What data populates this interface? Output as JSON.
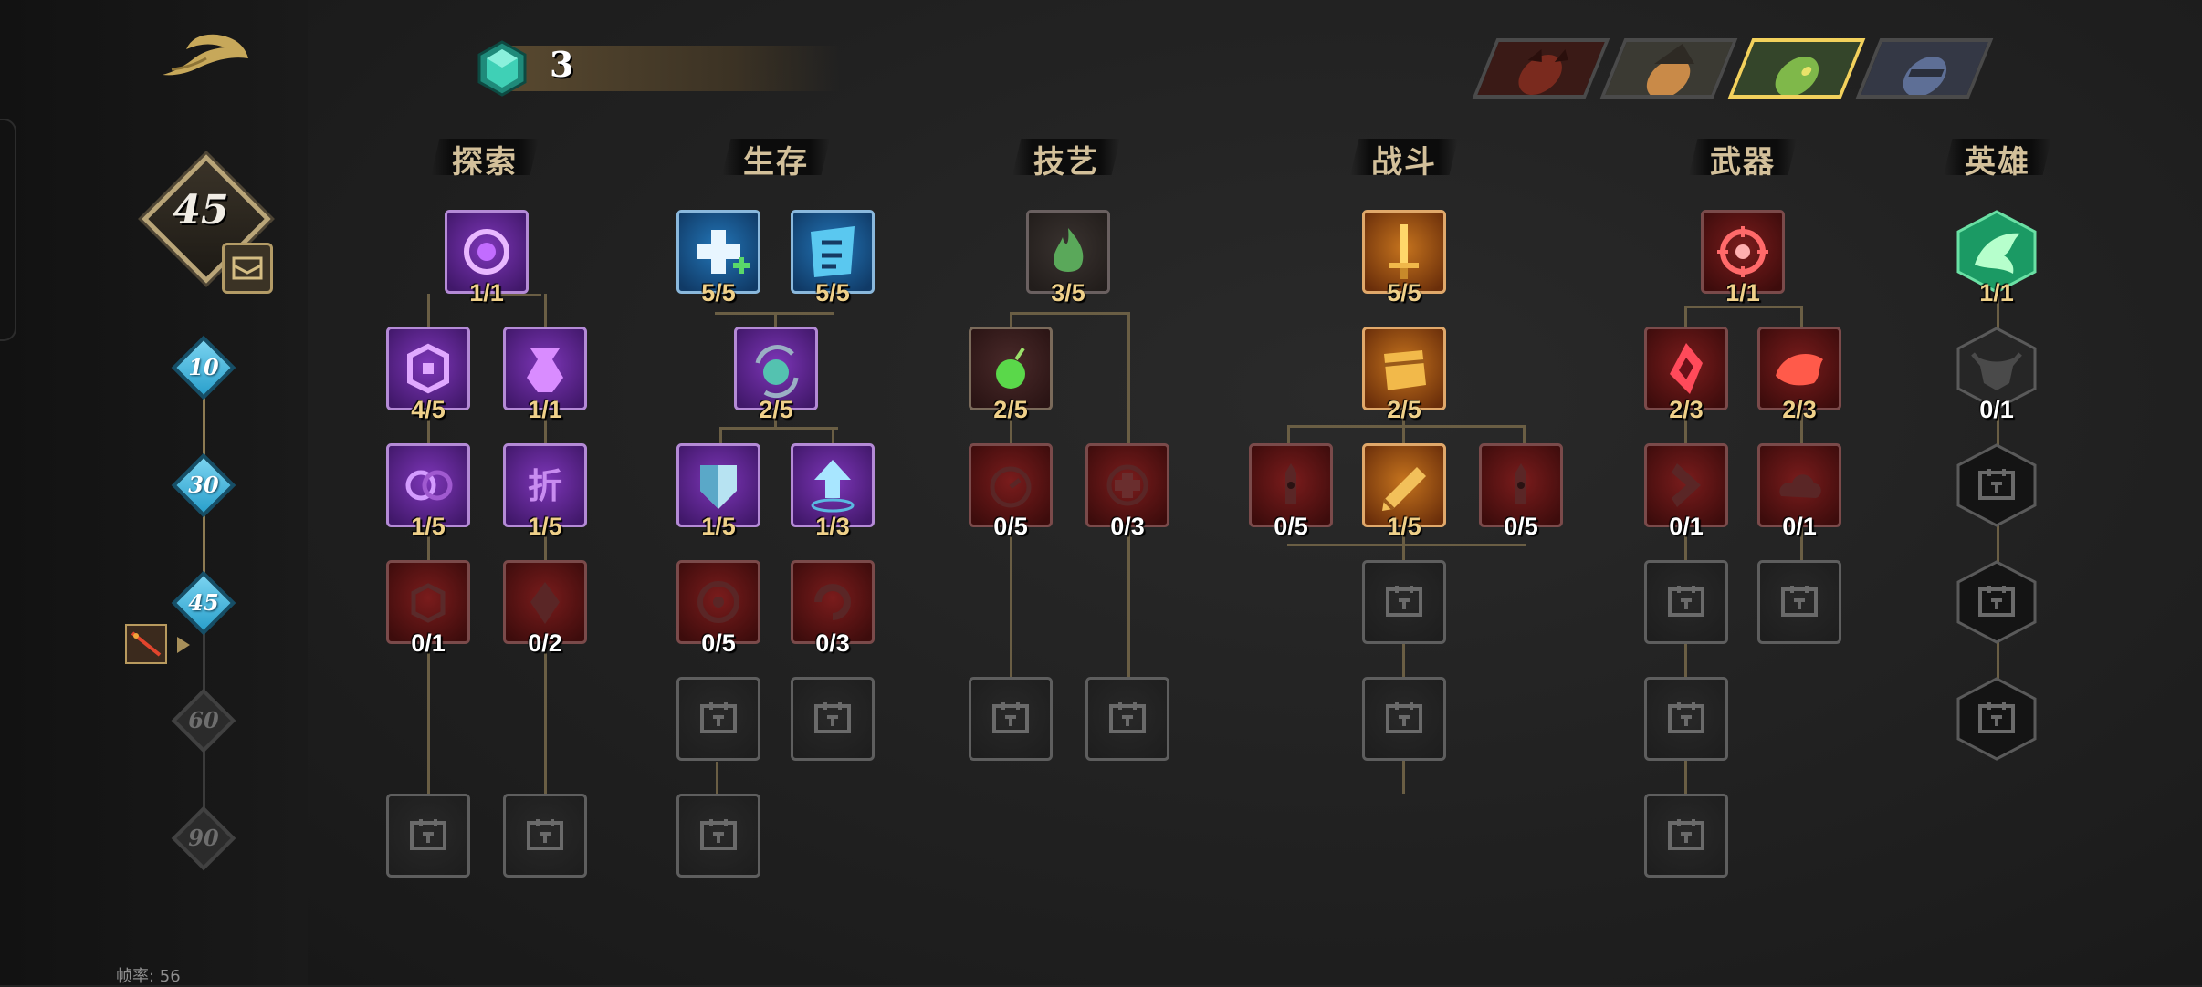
{
  "window": {
    "fps_label": "帧率: 56"
  },
  "level": {
    "current": "45",
    "milestones": [
      "10",
      "30",
      "45",
      "60",
      "90"
    ]
  },
  "currency": {
    "amount": "3",
    "icon": "teal-gem-icon"
  },
  "heroes": [
    {
      "name": "hero-portrait-red-warrior",
      "selected": false
    },
    {
      "name": "hero-portrait-cat-mage",
      "selected": false
    },
    {
      "name": "hero-portrait-green-lizard",
      "selected": true
    },
    {
      "name": "hero-portrait-blue-rogue",
      "selected": false
    }
  ],
  "categories": [
    {
      "id": "explore",
      "title": "探索"
    },
    {
      "id": "survival",
      "title": "生存"
    },
    {
      "id": "skill",
      "title": "技艺"
    },
    {
      "id": "combat",
      "title": "战斗"
    },
    {
      "id": "weapon",
      "title": "武器"
    },
    {
      "id": "hero",
      "title": "英雄"
    }
  ],
  "colors": {
    "purple": "#6a2a9c",
    "blue": "#1e5f9a",
    "red": "#8a1f1f",
    "orange": "#b5621a",
    "green": "#178a62",
    "locked": "#2c2c2c",
    "gold": "#d1ba82"
  },
  "nodes": {
    "explore": [
      {
        "count": "1/1",
        "icon": "purple-swirl-icon"
      },
      {
        "count": "4/5",
        "icon": "purple-coin-icon"
      },
      {
        "count": "1/1",
        "icon": "purple-vase-icon"
      },
      {
        "count": "1/5",
        "icon": "purple-coins-icon"
      },
      {
        "count": "1/5",
        "icon": "purple-glyph-icon",
        "glyph": "折"
      },
      {
        "count": "0/1",
        "icon": "dim-coin-icon"
      },
      {
        "count": "0/2",
        "icon": "dim-crystal-icon"
      },
      {
        "icon": "locked-chest-icon"
      },
      {
        "icon": "locked-chest-icon"
      }
    ],
    "survival": [
      {
        "count": "5/5",
        "icon": "heal-cross-icon"
      },
      {
        "count": "5/5",
        "icon": "blue-shield-rune-icon"
      },
      {
        "count": "2/5",
        "icon": "recycle-orb-icon"
      },
      {
        "count": "1/5",
        "icon": "shield-icon"
      },
      {
        "count": "1/3",
        "icon": "arrow-up-icon"
      },
      {
        "count": "0/5",
        "icon": "dim-spin-icon"
      },
      {
        "count": "0/3",
        "icon": "dim-swirl-icon"
      },
      {
        "icon": "locked-chest-icon"
      },
      {
        "icon": "locked-chest-icon"
      },
      {
        "icon": "locked-chest-icon"
      }
    ],
    "skill": [
      {
        "count": "3/5",
        "icon": "green-flame-icon"
      },
      {
        "count": "2/5",
        "icon": "green-bomb-icon"
      },
      {
        "count": "0/5",
        "icon": "dim-timer-icon"
      },
      {
        "count": "0/3",
        "icon": "dim-heal-icon"
      },
      {
        "icon": "locked-chest-icon"
      },
      {
        "icon": "locked-chest-icon"
      }
    ],
    "combat": [
      {
        "count": "5/5",
        "icon": "sword-icon"
      },
      {
        "count": "2/5",
        "icon": "chest-icon"
      },
      {
        "count": "0/5",
        "icon": "dim-bullet-icon"
      },
      {
        "count": "1/5",
        "icon": "pencil-icon"
      },
      {
        "count": "0/5",
        "icon": "dim-bullet-icon"
      },
      {
        "icon": "locked-chest-icon"
      },
      {
        "icon": "locked-chest-icon"
      }
    ],
    "weapon": [
      {
        "count": "1/1",
        "icon": "target-icon"
      },
      {
        "count": "2/3",
        "icon": "red-rune-icon"
      },
      {
        "count": "2/3",
        "icon": "red-beast-icon"
      },
      {
        "count": "0/1",
        "icon": "dim-rune-icon"
      },
      {
        "count": "0/1",
        "icon": "dim-cloud-icon"
      },
      {
        "icon": "locked-chest-icon"
      },
      {
        "icon": "locked-chest-icon"
      },
      {
        "icon": "locked-chest-icon"
      },
      {
        "icon": "locked-chest-icon"
      }
    ],
    "hero": [
      {
        "count": "1/1",
        "icon": "green-dragon-icon"
      },
      {
        "count": "0/1",
        "icon": "dim-emblem-icon"
      },
      {
        "icon": "locked-chest-icon"
      },
      {
        "icon": "locked-chest-icon"
      },
      {
        "icon": "locked-chest-icon"
      }
    ]
  }
}
